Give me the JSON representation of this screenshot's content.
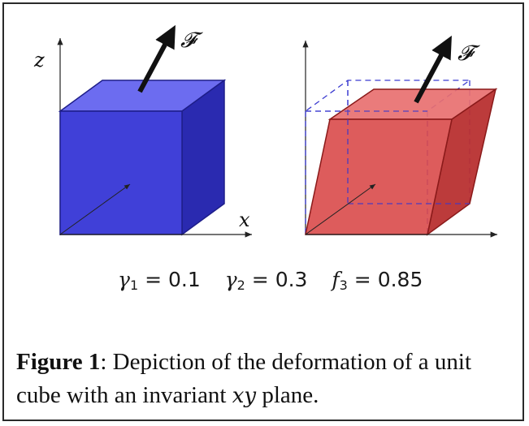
{
  "axes": {
    "z_label": "z",
    "x_label": "x"
  },
  "force": {
    "label": "𝓕"
  },
  "parameters": [
    {
      "symbol": "γ",
      "sub": "1",
      "eq": " = ",
      "value": "0.1"
    },
    {
      "symbol": "γ",
      "sub": "2",
      "eq": " = ",
      "value": "0.3"
    },
    {
      "symbol": "f",
      "sub": "3",
      "eq": " = ",
      "value": "0.85"
    }
  ],
  "caption": {
    "label": "Figure 1",
    "text_before": ": Depiction of the deformation of a unit cube with an invariant ",
    "variable": "xy",
    "text_after": " plane."
  },
  "colors": {
    "cube_front": "#4040d8",
    "cube_top": "#6c6cf0",
    "cube_side": "#2a2ab0",
    "deformed_front": "#d94a4a",
    "deformed_top": "#e87070",
    "deformed_side": "#b83030",
    "dashed_outline": "#3b3bd0"
  }
}
